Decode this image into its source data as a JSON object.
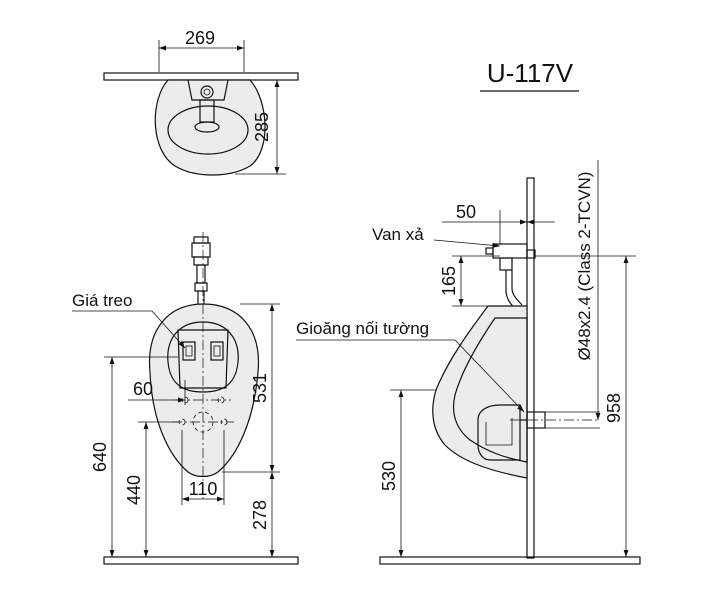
{
  "model": "U-117V",
  "labels": {
    "valve": "Van xả",
    "bracket": "Giá treo",
    "gasket": "Gioăng nối tường",
    "pipe": "Ø48x2.4 (Class 2-TCVN)"
  },
  "dimensions": {
    "top_width": "269",
    "top_depth": "285",
    "front_height": "531",
    "front_total": "640",
    "front_bottom": "440",
    "front_gap": "278",
    "hole_spacing": "60",
    "outlet_spacing": "110",
    "side_offset": "50",
    "side_valve": "165",
    "side_height": "530",
    "side_total": "958"
  }
}
